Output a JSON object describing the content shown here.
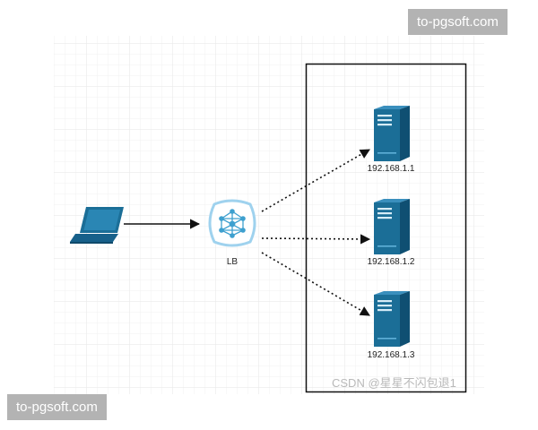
{
  "diagram": {
    "nodes": {
      "laptop": {
        "icon": "laptop-icon"
      },
      "load_balancer": {
        "icon": "network-hub-icon",
        "label": "LB"
      },
      "servers": [
        {
          "icon": "server-icon",
          "label": "192.168.1.1"
        },
        {
          "icon": "server-icon",
          "label": "192.168.1.2"
        },
        {
          "icon": "server-icon",
          "label": "192.168.1.3"
        }
      ]
    },
    "edges": [
      {
        "from": "laptop",
        "to": "load_balancer",
        "style": "solid"
      },
      {
        "from": "load_balancer",
        "to": "192.168.1.1",
        "style": "dotted"
      },
      {
        "from": "load_balancer",
        "to": "192.168.1.2",
        "style": "dotted"
      },
      {
        "from": "load_balancer",
        "to": "192.168.1.3",
        "style": "dotted"
      }
    ],
    "colors": {
      "icon_fill": "#1b6e97",
      "icon_light": "#3ea0cf",
      "hub_border": "#9fd2ee",
      "grid": "#ececec"
    }
  },
  "credit": "CSDN @星星不闪包退1",
  "watermarks": {
    "top": "to-pgsoft.com",
    "bottom": "to-pgsoft.com"
  }
}
